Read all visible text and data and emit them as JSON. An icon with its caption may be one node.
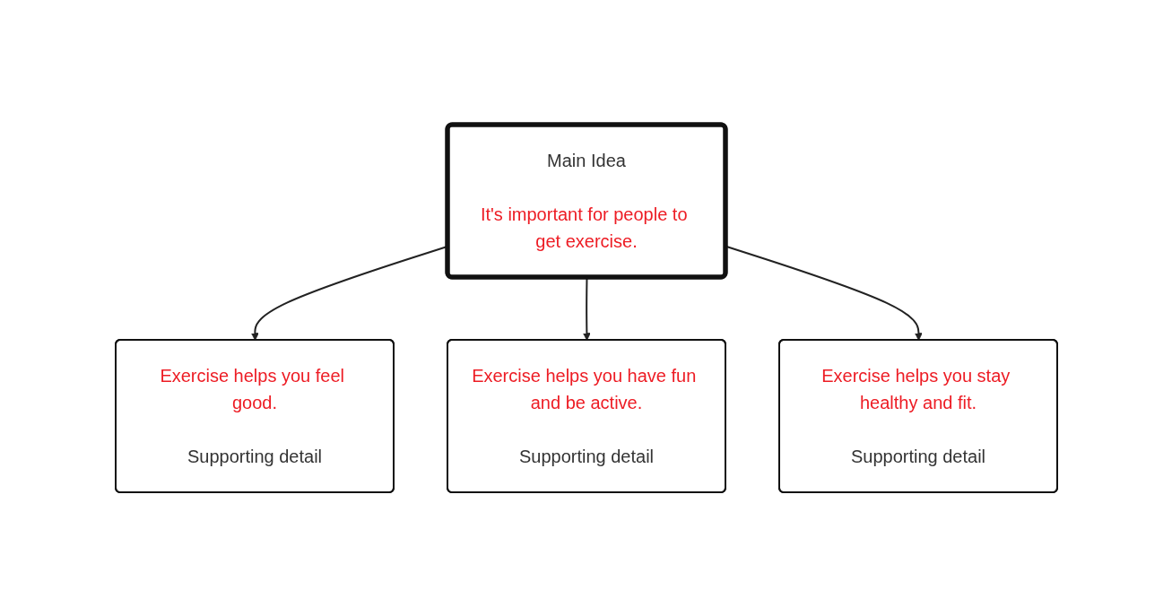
{
  "diagram": {
    "nodes": [
      {
        "text": [
          "Main Idea",
          "It's important for people to get exercise."
        ]
      },
      {
        "text": [
          "Exercise helps you feel good.",
          "Supporting detail"
        ]
      },
      {
        "text": [
          "Exercise helps you have fun and be active.",
          "Supporting detail"
        ]
      },
      {
        "text": [
          "Exercise helps you stay healthy and fit.",
          "Supporting detail"
        ]
      }
    ],
    "edges": [
      {
        "from": 0,
        "to": 1,
        "arrow": "to"
      },
      {
        "from": 0,
        "to": 2,
        "arrow": "to"
      },
      {
        "from": 0,
        "to": 3,
        "arrow": "to"
      }
    ]
  }
}
